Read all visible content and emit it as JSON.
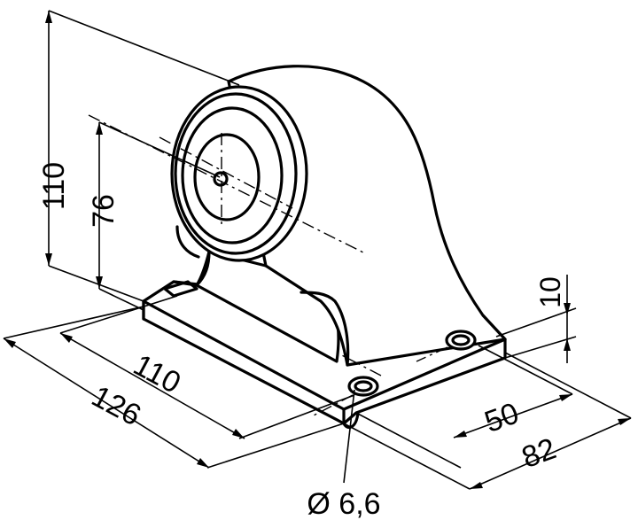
{
  "drawing": {
    "dimensions": {
      "total_height": "110",
      "axis_height": "76",
      "base_thickness": "10",
      "hole_spacing_length": "110",
      "base_length": "126",
      "hole_spacing_width": "50",
      "base_width": "82",
      "hole_diameter": "Ø 6,6"
    }
  }
}
